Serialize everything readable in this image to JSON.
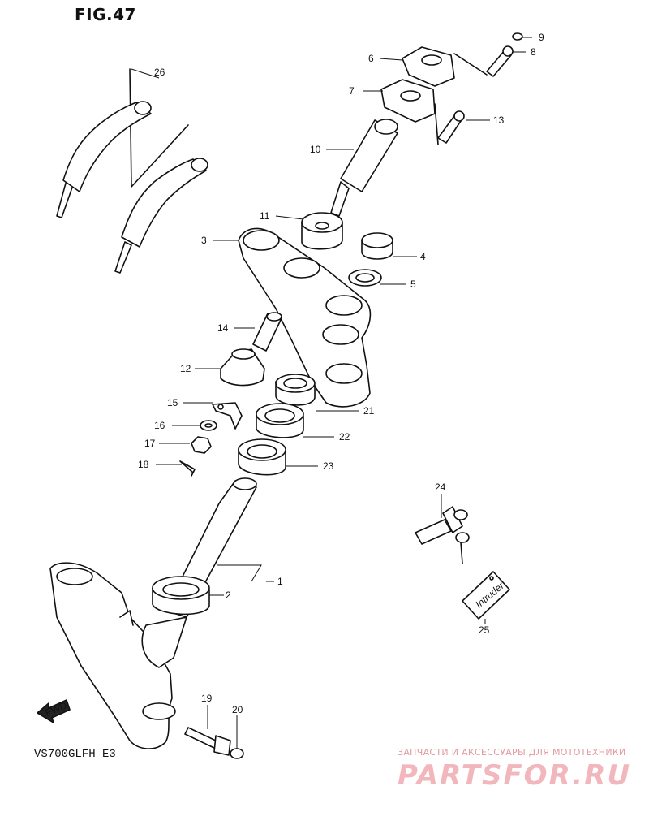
{
  "figure": {
    "title": "FIG.47",
    "model": "VS700GLFH  E3"
  },
  "watermark": {
    "text": "ЗАПЧАСТИ И АКСЕССУАРЫ ДЛЯ МОТОТЕХНИКИ",
    "logo": "PARTSFOR.RU",
    "color": "#f2b7bc"
  },
  "direction_badge": {
    "text": "FWD"
  },
  "callouts": [
    {
      "id": "c1",
      "text": "1"
    },
    {
      "id": "c2",
      "text": "2"
    },
    {
      "id": "c3",
      "text": "3"
    },
    {
      "id": "c4",
      "text": "4"
    },
    {
      "id": "c5",
      "text": "5"
    },
    {
      "id": "c6",
      "text": "6"
    },
    {
      "id": "c7",
      "text": "7"
    },
    {
      "id": "c8",
      "text": "8"
    },
    {
      "id": "c9",
      "text": "9"
    },
    {
      "id": "c10",
      "text": "10"
    },
    {
      "id": "c11",
      "text": "11"
    },
    {
      "id": "c12",
      "text": "12"
    },
    {
      "id": "c13",
      "text": "13"
    },
    {
      "id": "c14",
      "text": "14"
    },
    {
      "id": "c15",
      "text": "15"
    },
    {
      "id": "c16",
      "text": "16"
    },
    {
      "id": "c17",
      "text": "17"
    },
    {
      "id": "c18",
      "text": "18"
    },
    {
      "id": "c19",
      "text": "19"
    },
    {
      "id": "c20",
      "text": "20"
    },
    {
      "id": "c21",
      "text": "21"
    },
    {
      "id": "c22",
      "text": "22"
    },
    {
      "id": "c23",
      "text": "23"
    },
    {
      "id": "c24",
      "text": "24"
    },
    {
      "id": "c25",
      "text": "25"
    },
    {
      "id": "c26",
      "text": "26"
    }
  ],
  "plate_text": "Intruder"
}
